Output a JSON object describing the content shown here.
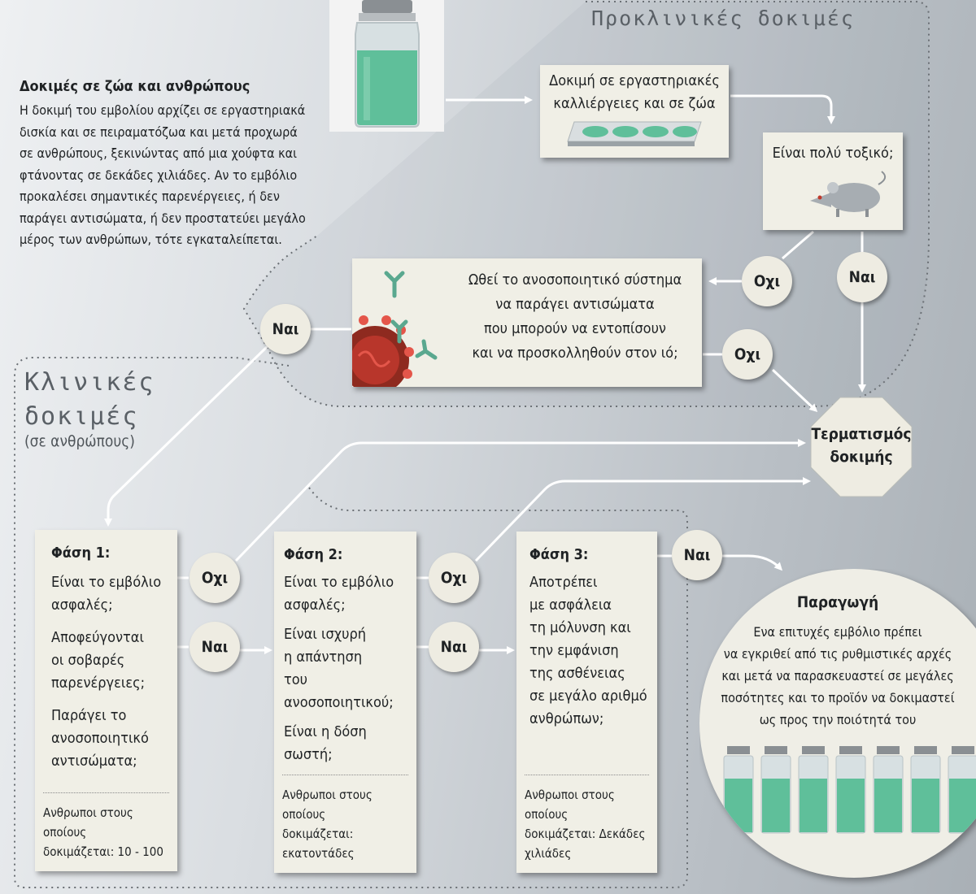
{
  "intro": {
    "title": "Δοκιμές σε ζώα και ανθρώπους",
    "lines": [
      "Η δοκιμή του εμβολίου αρχίζει σε εργαστηριακά",
      "δισκία και σε πειραματόζωα και μετά προχωρά",
      "σε ανθρώπους, ξεκινώντας από μια χούφτα και",
      "φτάνοντας σε δεκάδες χιλιάδες. Αν το εμβόλιο",
      "προκαλέσει σημαντικές παρενέργειες, ή δεν",
      "παράγει αντισώματα, ή δεν προστατεύει μεγάλο",
      "μέρος των ανθρώπων, τότε εγκαταλείπεται."
    ]
  },
  "preclinical": {
    "title": "Προκλινικές δοκιμές",
    "lab_box": [
      "Δοκιμή σε εργαστηριακές",
      "καλλιέργειες και σε ζώα"
    ],
    "toxic_box": "Είναι πολύ τοξικό;",
    "immune_box": [
      "Ωθεί το ανοσοποιητικό σύστημα",
      "να παράγει αντισώματα",
      "που μπορούν να εντοπίσουν",
      "και να προσκολληθούν στον ιό;"
    ]
  },
  "clinical": {
    "title_lines": [
      "Κλινικές",
      "δοκιμές"
    ],
    "subtitle": "(σε ανθρώπους)"
  },
  "decisions": {
    "yes": "Ναι",
    "no": "Οχι"
  },
  "termination": [
    "Τερματισμός",
    "δοκιμής"
  ],
  "phases": [
    {
      "title": "Φάση 1:",
      "questions": [
        [
          "Είναι το εμβόλιο",
          "ασφαλές;"
        ],
        [
          "Αποφεύγονται",
          "οι σοβαρές",
          "παρενέργειες;"
        ],
        [
          "Παράγει το",
          "ανοσοποιητικό",
          "αντισώματα;"
        ]
      ],
      "footer": [
        "Ανθρωποι στους οποίους",
        "δοκιμάζεται: 10 - 100"
      ]
    },
    {
      "title": "Φάση 2:",
      "questions": [
        [
          "Είναι το εμβόλιο",
          "ασφαλές;"
        ],
        [
          "Είναι ισχυρή",
          "η απάντηση",
          "του ανοσοποιητικού;"
        ],
        [
          "Είναι η δόση σωστή;"
        ]
      ],
      "footer": [
        "Ανθρωποι στους οποίους",
        "δοκιμάζεται:",
        "εκατοντάδες"
      ]
    },
    {
      "title": "Φάση 3:",
      "questions": [
        [
          "Αποτρέπει",
          "με ασφάλεια",
          "τη μόλυνση και",
          "την εμφάνιση",
          "της ασθένειας",
          "σε μεγάλο αριθμό",
          "ανθρώπων;"
        ]
      ],
      "footer": [
        "Ανθρωποι στους οποίους",
        "δοκιμάζεται: Δεκάδες",
        "χιλιάδες"
      ]
    }
  ],
  "production": {
    "title": "Παραγωγή",
    "lines": [
      "Ενα επιτυχές εμβόλιο πρέπει",
      "να εγκριθεί από τις ρυθμιστικές αρχές",
      "και μετά να παρασκευαστεί σε μεγάλες",
      "ποσότητες και το προϊόν να δοκιμαστεί",
      "ως προς την ποιότητά του"
    ]
  },
  "icons": [
    "vaccine-vial-icon",
    "petri-dish-icon",
    "mouse-icon",
    "virus-icon",
    "antibody-icon",
    "vials-row-icon"
  ],
  "colors": {
    "liquid": "#5fbf9a",
    "virus": "#c0392b",
    "antibody": "#5aa88f",
    "box": "#f0efe6"
  }
}
